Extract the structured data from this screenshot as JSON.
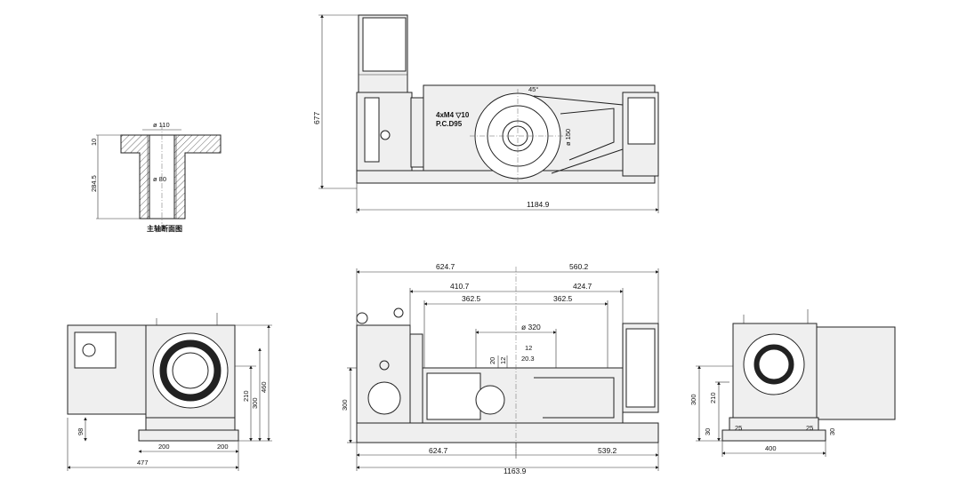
{
  "section_view": {
    "caption": "主轴断面图",
    "dim_outer_dia": "ø 110",
    "dim_bore_dia": "ø 80",
    "dim_flange": "10",
    "dim_height": "284.5"
  },
  "top_view": {
    "dim_height": "677",
    "dim_length": "1184.9",
    "dim_bore": "ø 150",
    "dim_angle": "45°",
    "note_line1": "4xM4 ▽10",
    "note_line2": "P.C.D95"
  },
  "front_view": {
    "dim_left_top": "624.7",
    "dim_right_top": "560.2",
    "dim_left_mid": "410.7",
    "dim_right_mid": "424.7",
    "dim_left_inner": "362.5",
    "dim_right_inner": "362.5",
    "dim_table": "ø 320",
    "dim_slot": "12",
    "dim_slot_depth": "20",
    "dim_slot_w": "12",
    "dim_slot_pitch": "20.3",
    "dim_height": "300",
    "dim_bottom_left": "624.7",
    "dim_bottom_right": "539.2",
    "dim_total": "1163.9"
  },
  "left_view": {
    "dim_h1": "210",
    "dim_h2": "300",
    "dim_h3": "460",
    "dim_base": "98",
    "dim_b1": "200",
    "dim_b2": "200",
    "dim_total": "477"
  },
  "right_view": {
    "dim_h1": "300",
    "dim_h2": "210",
    "dim_w1": "30",
    "dim_w2": "25",
    "dim_w3": "25",
    "dim_w4": "30",
    "dim_base": "400"
  }
}
